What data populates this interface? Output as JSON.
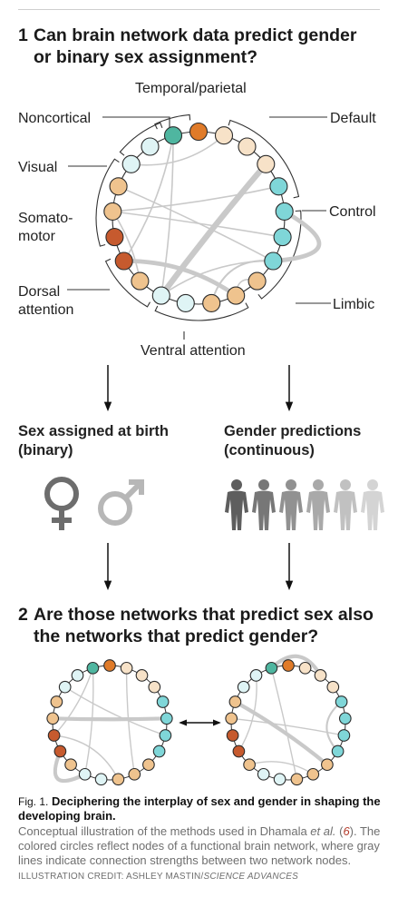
{
  "section1": {
    "number": "1",
    "title": "Can brain network data predict gender or binary sex assignment?"
  },
  "networks": {
    "temporal_parietal": "Temporal/parietal",
    "noncortical": "Noncortical",
    "default": "Default",
    "visual": "Visual",
    "control": "Control",
    "somatomotor": "Somato-\nmotor",
    "dorsal_attention": "Dorsal\nattention",
    "limbic": "Limbic",
    "ventral_attention": "Ventral attention"
  },
  "left_label": "Sex assigned at birth\n(binary)",
  "right_label": "Gender predictions\n(continuous)",
  "section2": {
    "number": "2",
    "title": "Are those networks that predict sex also the networks that predict gender?"
  },
  "caption": {
    "fig": "Fig. 1.",
    "title": "Deciphering the interplay of sex and gender in shaping the developing brain.",
    "body_a": "Conceptual illustration of the methods used in Dhamala ",
    "et_al": "et al.",
    "body_b": " (",
    "ref": "6",
    "body_c": "). The colored circles reflect nodes of a functional brain network, where gray lines indicate connection strengths between two network nodes. ",
    "credit_a": "ILLUSTRATION CREDIT: ASHLEY MASTIN/",
    "credit_b": "SCIENCE ADVANCES"
  },
  "colors": {
    "teal_dark": "#4fb6a0",
    "orange": "#e07b29",
    "peach": "#f7e2c8",
    "tan": "#efc38e",
    "cyan_light": "#dff4f5",
    "cyan": "#7fd6d8",
    "rust": "#c65a2e",
    "connection_gray": "#c9c9c9",
    "figure_shades": [
      "#5e5e5e",
      "#777777",
      "#919191",
      "#a9a9a9",
      "#c1c1c1",
      "#d4d4d4"
    ]
  },
  "node_colors": [
    "orange",
    "peach",
    "peach",
    "peach",
    "cyan",
    "cyan",
    "cyan",
    "cyan",
    "tan",
    "tan",
    "tan",
    "cyan_light",
    "cyan_light",
    "tan",
    "rust",
    "rust",
    "tan",
    "tan",
    "cyan_light",
    "cyan_light",
    "teal_dark"
  ]
}
